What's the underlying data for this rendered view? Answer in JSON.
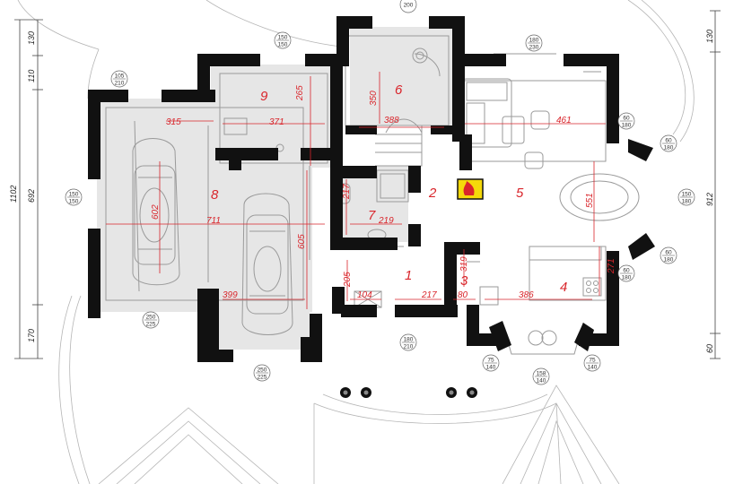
{
  "rooms": [
    {
      "num": "1"
    },
    {
      "num": "2"
    },
    {
      "num": "3"
    },
    {
      "num": "4"
    },
    {
      "num": "5"
    },
    {
      "num": "6"
    },
    {
      "num": "7"
    },
    {
      "num": "8"
    },
    {
      "num": "9"
    }
  ],
  "left_dims": [
    "130",
    "110",
    "1102",
    "692",
    "170"
  ],
  "right_dims": [
    "130",
    "912",
    "60"
  ],
  "interior_dims": [
    "315",
    "371",
    "265",
    "350",
    "388",
    "461",
    "711",
    "602",
    "605",
    "217",
    "219",
    "551",
    "205",
    "104",
    "217",
    "319",
    "80",
    "386",
    "271",
    "399"
  ],
  "window_badges": [
    {
      "top": "200",
      "bottom": ""
    },
    {
      "top": "150",
      "bottom": "150"
    },
    {
      "top": "180",
      "bottom": "230"
    },
    {
      "top": "105",
      "bottom": "210"
    },
    {
      "top": "60",
      "bottom": "180"
    },
    {
      "top": "60",
      "bottom": "180"
    },
    {
      "top": "150",
      "bottom": "180"
    },
    {
      "top": "150",
      "bottom": "150"
    },
    {
      "top": "60",
      "bottom": "180"
    },
    {
      "top": "60",
      "bottom": "180"
    },
    {
      "top": "250",
      "bottom": "225"
    },
    {
      "top": "180",
      "bottom": "210"
    },
    {
      "top": "75",
      "bottom": "140"
    },
    {
      "top": "158",
      "bottom": "140"
    },
    {
      "top": "75",
      "bottom": "140"
    },
    {
      "top": "250",
      "bottom": "225"
    }
  ],
  "colors": {
    "walls": "#111111",
    "floor": "#e6e6e6",
    "dimensions": "#d9252b",
    "fireplace": "#f5d90a"
  }
}
